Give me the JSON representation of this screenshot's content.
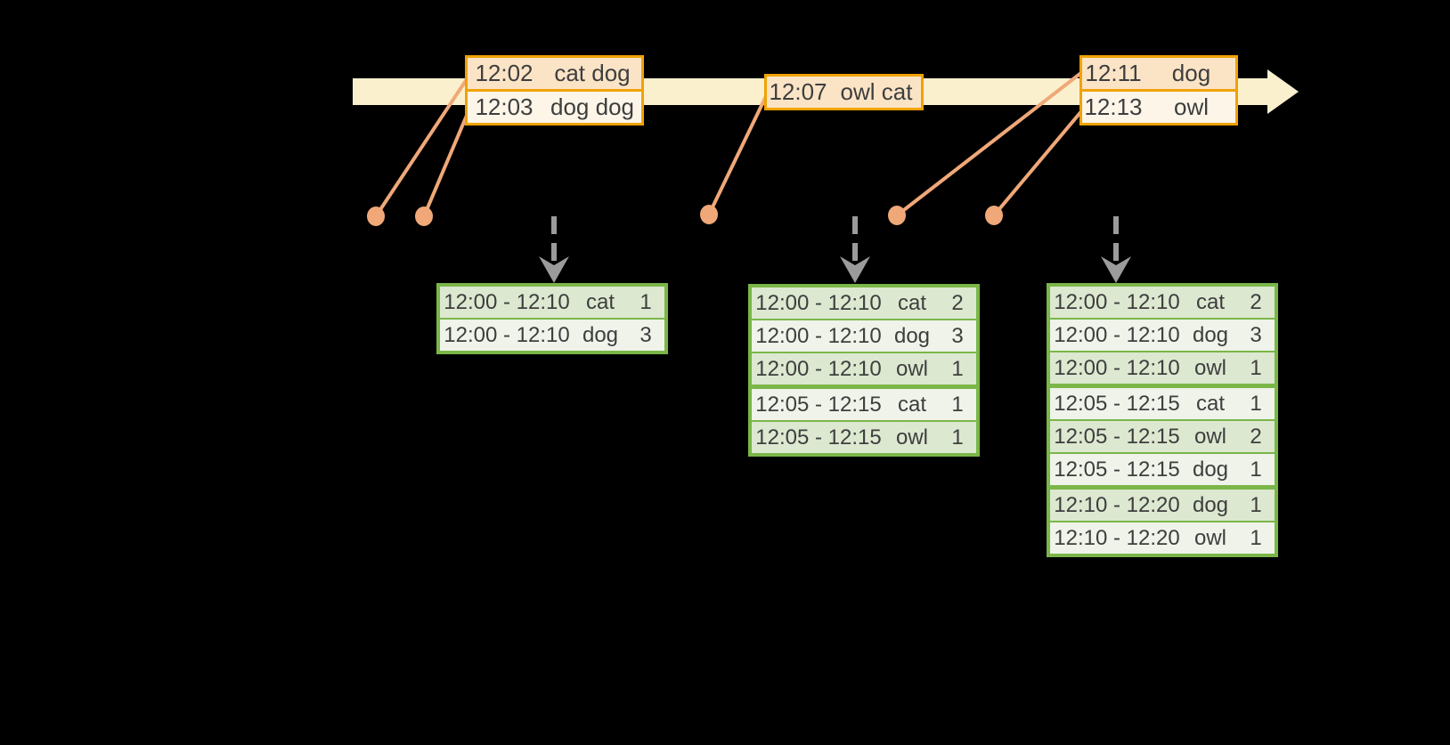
{
  "colors": {
    "background": "#000000",
    "timeline_fill": "#FBF0CE",
    "event_border": "#F0A202",
    "event_row_dark": "#FBE4C6",
    "event_row_light": "#FDF6E8",
    "connector": "#F0A878",
    "arrow_gray": "#9B9B9B",
    "result_border": "#7AB648",
    "result_row_dark": "#DCE8D0",
    "result_row_light": "#EFF3E9",
    "text": "#3E3E3E"
  },
  "event_tables": [
    {
      "rows": [
        {
          "time": "12:02",
          "words": "cat dog"
        },
        {
          "time": "12:03",
          "words": "dog dog"
        }
      ]
    },
    {
      "rows": [
        {
          "time": "12:07",
          "words": "owl cat"
        }
      ]
    },
    {
      "rows": [
        {
          "time": "12:11",
          "words": "dog"
        },
        {
          "time": "12:13",
          "words": "owl"
        }
      ]
    }
  ],
  "result_tables": [
    {
      "groups": [
        {
          "rows": [
            {
              "window": "12:00 - 12:10",
              "word": "cat",
              "count": "1"
            },
            {
              "window": "12:00 - 12:10",
              "word": "dog",
              "count": "3"
            }
          ]
        }
      ]
    },
    {
      "groups": [
        {
          "rows": [
            {
              "window": "12:00 - 12:10",
              "word": "cat",
              "count": "2"
            },
            {
              "window": "12:00 - 12:10",
              "word": "dog",
              "count": "3"
            },
            {
              "window": "12:00 - 12:10",
              "word": "owl",
              "count": "1"
            }
          ]
        },
        {
          "rows": [
            {
              "window": "12:05 - 12:15",
              "word": "cat",
              "count": "1"
            },
            {
              "window": "12:05 - 12:15",
              "word": "owl",
              "count": "1"
            }
          ]
        }
      ]
    },
    {
      "groups": [
        {
          "rows": [
            {
              "window": "12:00 - 12:10",
              "word": "cat",
              "count": "2"
            },
            {
              "window": "12:00 - 12:10",
              "word": "dog",
              "count": "3"
            },
            {
              "window": "12:00 - 12:10",
              "word": "owl",
              "count": "1"
            }
          ]
        },
        {
          "rows": [
            {
              "window": "12:05 - 12:15",
              "word": "cat",
              "count": "1"
            },
            {
              "window": "12:05 - 12:15",
              "word": "owl",
              "count": "2"
            },
            {
              "window": "12:05 - 12:15",
              "word": "dog",
              "count": "1"
            }
          ]
        },
        {
          "rows": [
            {
              "window": "12:10 - 12:20",
              "word": "dog",
              "count": "1"
            },
            {
              "window": "12:10 - 12:20",
              "word": "owl",
              "count": "1"
            }
          ]
        }
      ]
    }
  ]
}
